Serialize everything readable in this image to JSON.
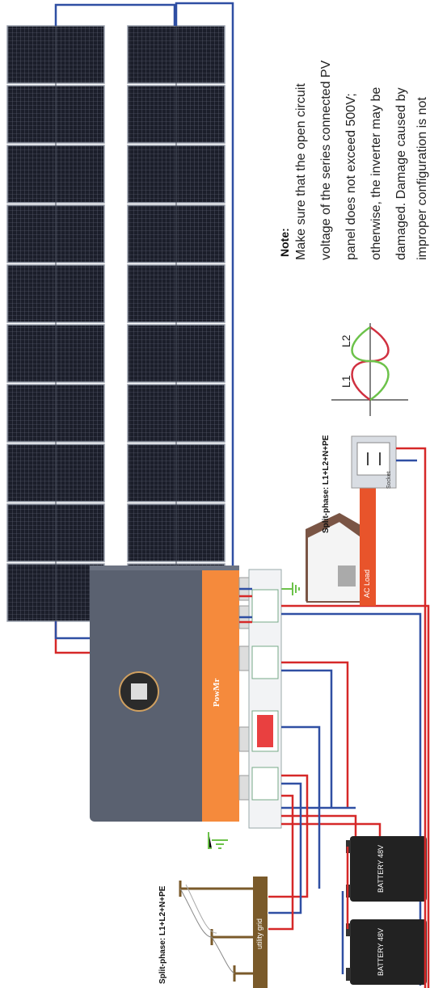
{
  "note": {
    "title": "Note:",
    "lines": [
      "Make sure that the open circuit",
      "voltage of the series connected PV",
      "panel does not exceed 500V;",
      "otherwise, the inverter may be",
      "damaged. Damage caused by",
      "improper configuration is not"
    ]
  },
  "grid": {
    "phase_label": "Split-phase: L1+L2+N+PE",
    "label": "utility grid"
  },
  "load": {
    "phase_label": "Split-phase: L1+L2+N+PE",
    "ac_label": "AC Load",
    "socket_label": "Socket"
  },
  "waveform": {
    "l1_label": "L1",
    "l2_label": "L2"
  },
  "batteries": {
    "label_a": "BATTERY 48V",
    "label_b": "BATTERY 48V"
  },
  "inverter": {
    "brand": "PowMr"
  },
  "colors": {
    "positive_wire": "#d62828",
    "negative_wire": "#2f4fa3",
    "ground": "#6cc24a",
    "inverter_accent": "#f58a3c",
    "inverter_body": "#5a6170",
    "house": "#7a5545",
    "ac_load_bar": "#e8542b",
    "pole": "#7a5a2a",
    "battery": "#222222"
  },
  "pv_array": {
    "rows": 2,
    "panels_per_row": 10
  }
}
